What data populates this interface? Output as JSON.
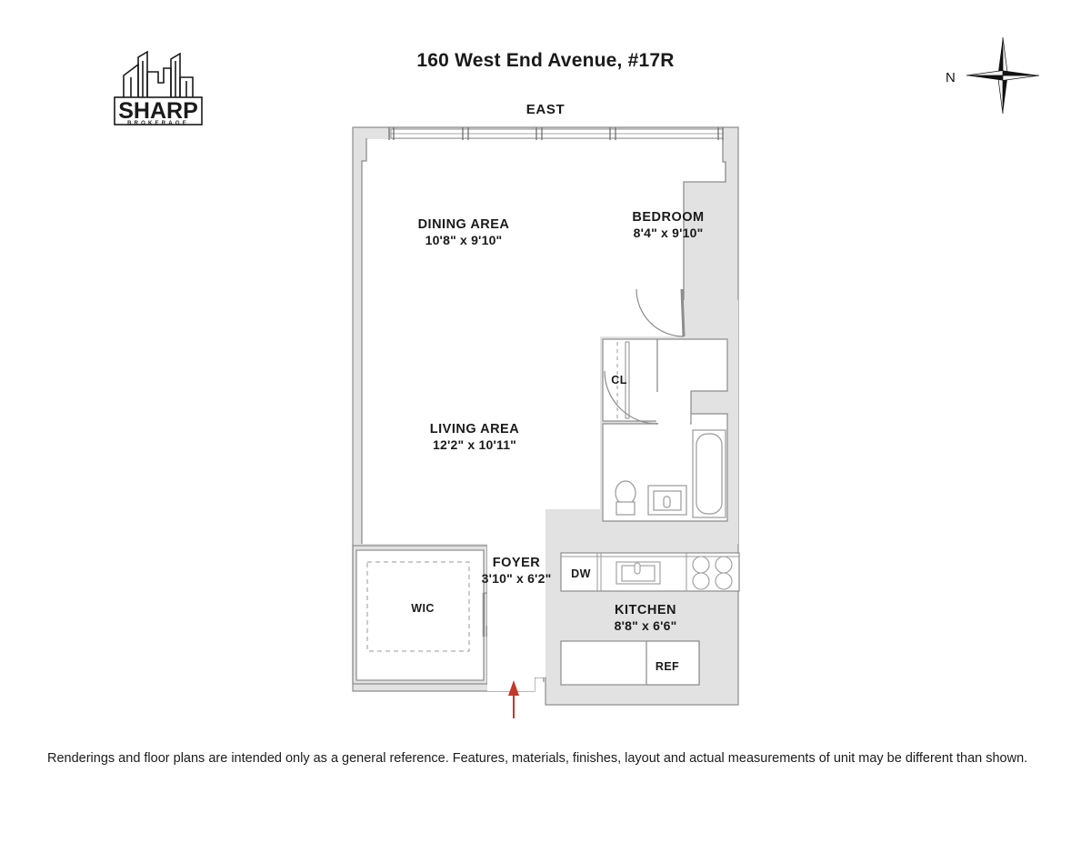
{
  "brand": {
    "name": "SHARP",
    "subtitle": "BROKERAGE",
    "logo_icon": "skyline-logo-icon"
  },
  "header": {
    "title": "160 West End Avenue, #17R",
    "orientation_top": "EAST",
    "compass": {
      "icon": "compass-star-icon",
      "north_label": "N"
    }
  },
  "floorplan": {
    "rooms": [
      {
        "key": "dining",
        "name": "DINING AREA",
        "dimensions": "10'8\" x 9'10\""
      },
      {
        "key": "bedroom",
        "name": "BEDROOM",
        "dimensions": "8'4\" x 9'10\""
      },
      {
        "key": "living",
        "name": "LIVING AREA",
        "dimensions": "12'2\" x 10'11\""
      },
      {
        "key": "foyer",
        "name": "FOYER",
        "dimensions": "3'10\" x 6'2\""
      },
      {
        "key": "kitchen",
        "name": "KITCHEN",
        "dimensions": "8'8\" x 6'6\""
      }
    ],
    "tags": {
      "wic": "WIC",
      "closet": "CL",
      "dishwasher": "DW",
      "refrigerator": "REF"
    },
    "fixtures": [
      "kitchen-sink-icon",
      "cooktop-burners-icon",
      "toilet-icon",
      "vanity-sink-icon",
      "bathtub-icon"
    ],
    "entry_arrow": {
      "name": "entry-direction-arrow",
      "color": "#c0392b"
    },
    "colors": {
      "wall_fill": "#e2e2e2",
      "wall_stroke": "#8d8d8d",
      "interior_fill": "#ffffff",
      "fixture_stroke": "#9a9a9a",
      "text": "#1a1a1a"
    }
  },
  "footer": {
    "disclaimer": "Renderings and floor plans are intended only as a general reference. Features, materials, finishes, layout and actual measurements of unit may be different than shown."
  }
}
